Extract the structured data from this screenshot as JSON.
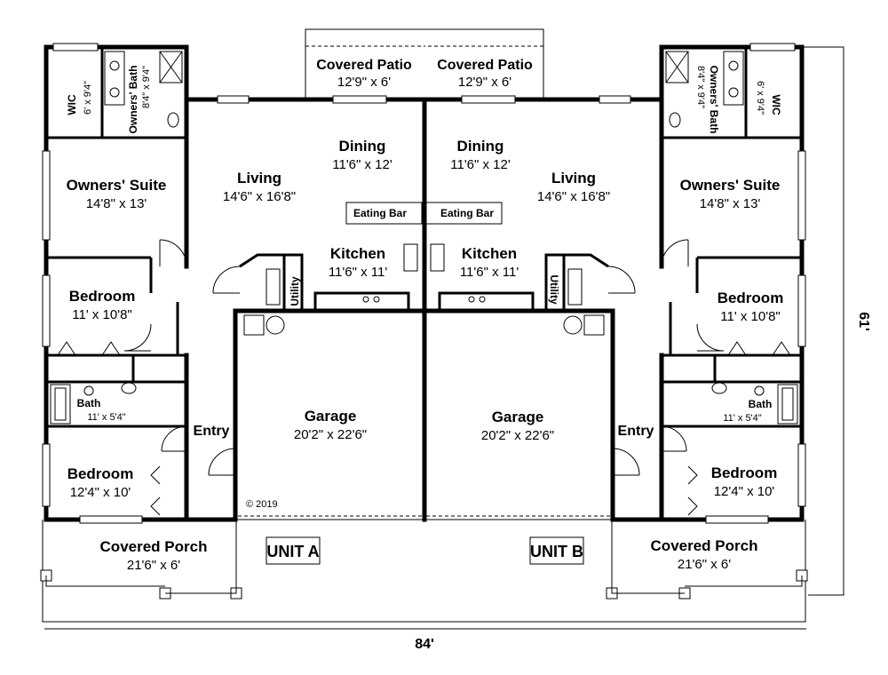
{
  "overall": {
    "width": "84'",
    "depth": "61'",
    "copyright": "© 2019"
  },
  "unit_a": {
    "label": "UNIT A",
    "wic": {
      "name": "WIC",
      "dim": "6' x 9'4\""
    },
    "owners_bath": {
      "name": "Owners' Bath",
      "dim": "8'4\" x 9'4\""
    },
    "owners_suite": {
      "name": "Owners' Suite",
      "dim": "14'8\" x 13'"
    },
    "bedroom_1": {
      "name": "Bedroom",
      "dim": "11' x 10'8\""
    },
    "bath": {
      "name": "Bath",
      "dim": "11' x 5'4\""
    },
    "bedroom_2": {
      "name": "Bedroom",
      "dim": "12'4\" x 10'"
    },
    "covered_porch": {
      "name": "Covered Porch",
      "dim": "21'6\" x 6'"
    },
    "covered_patio": {
      "name": "Covered Patio",
      "dim": "12'9\" x 6'"
    },
    "dining": {
      "name": "Dining",
      "dim": "11'6\" x 12'"
    },
    "living": {
      "name": "Living",
      "dim": "14'6\" x 16'8\""
    },
    "eating_bar": {
      "name": "Eating Bar"
    },
    "kitchen": {
      "name": "Kitchen",
      "dim": "11'6\" x 11'"
    },
    "utility": {
      "name": "Utility"
    },
    "entry": {
      "name": "Entry"
    },
    "garage": {
      "name": "Garage",
      "dim": "20'2\" x 22'6\""
    }
  },
  "unit_b": {
    "label": "UNIT B",
    "wic": {
      "name": "WIC",
      "dim": "6' x 9'4\""
    },
    "owners_bath": {
      "name": "Owners' Bath",
      "dim": "8'4\" x 9'4\""
    },
    "owners_suite": {
      "name": "Owners' Suite",
      "dim": "14'8\" x 13'"
    },
    "bedroom_1": {
      "name": "Bedroom",
      "dim": "11' x 10'8\""
    },
    "bath": {
      "name": "Bath",
      "dim": "11' x 5'4\""
    },
    "bedroom_2": {
      "name": "Bedroom",
      "dim": "12'4\" x 10'"
    },
    "covered_porch": {
      "name": "Covered Porch",
      "dim": "21'6\" x 6'"
    },
    "covered_patio": {
      "name": "Covered Patio",
      "dim": "12'9\" x 6'"
    },
    "dining": {
      "name": "Dining",
      "dim": "11'6\" x 12'"
    },
    "living": {
      "name": "Living",
      "dim": "14'6\" x 16'8\""
    },
    "eating_bar": {
      "name": "Eating Bar"
    },
    "kitchen": {
      "name": "Kitchen",
      "dim": "11'6\" x 11'"
    },
    "utility": {
      "name": "Utility"
    },
    "entry": {
      "name": "Entry"
    },
    "garage": {
      "name": "Garage",
      "dim": "20'2\" x 22'6\""
    }
  }
}
